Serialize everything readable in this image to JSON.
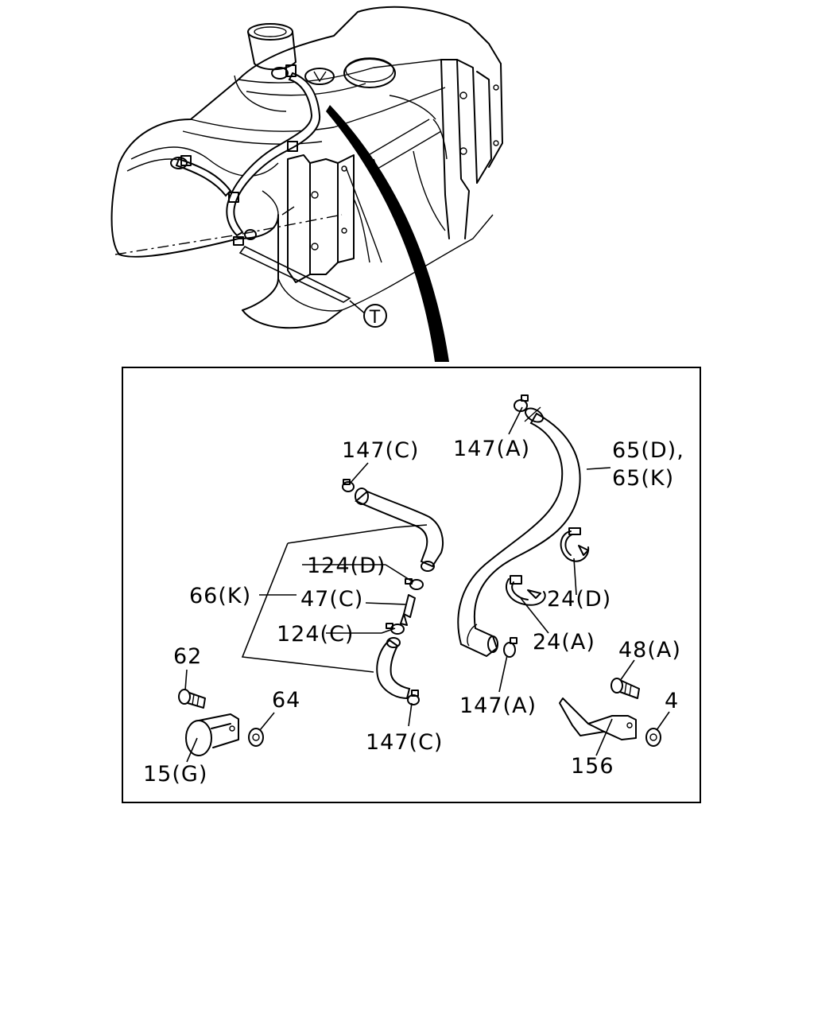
{
  "callout": {
    "tank_ref": "T"
  },
  "labels": {
    "l147c_top": "147(C)",
    "l147a_top": "147(A)",
    "l65d": "65(D),",
    "l65k": "65(K)",
    "l124d": "124(D)",
    "l66k": "66(K)",
    "l47c": "47(C)",
    "l124c": "124(C)",
    "l24d": "24(D)",
    "l24a": "24(A)",
    "l62": "62",
    "l64": "64",
    "l15g": "15(G)",
    "l147a_bot": "147(A)",
    "l147c_bot": "147(C)",
    "l48a": "48(A)",
    "l4": "4",
    "l156": "156"
  }
}
